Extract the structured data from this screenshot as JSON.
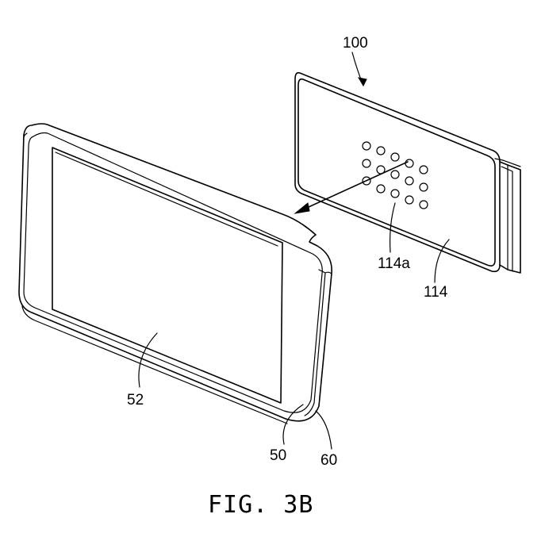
{
  "figure": {
    "caption": "FIG. 3B",
    "labels": {
      "module": "100",
      "module_face": "114",
      "dots": "114a",
      "display": "52",
      "housing_inner": "50",
      "housing_outer": "60"
    }
  }
}
